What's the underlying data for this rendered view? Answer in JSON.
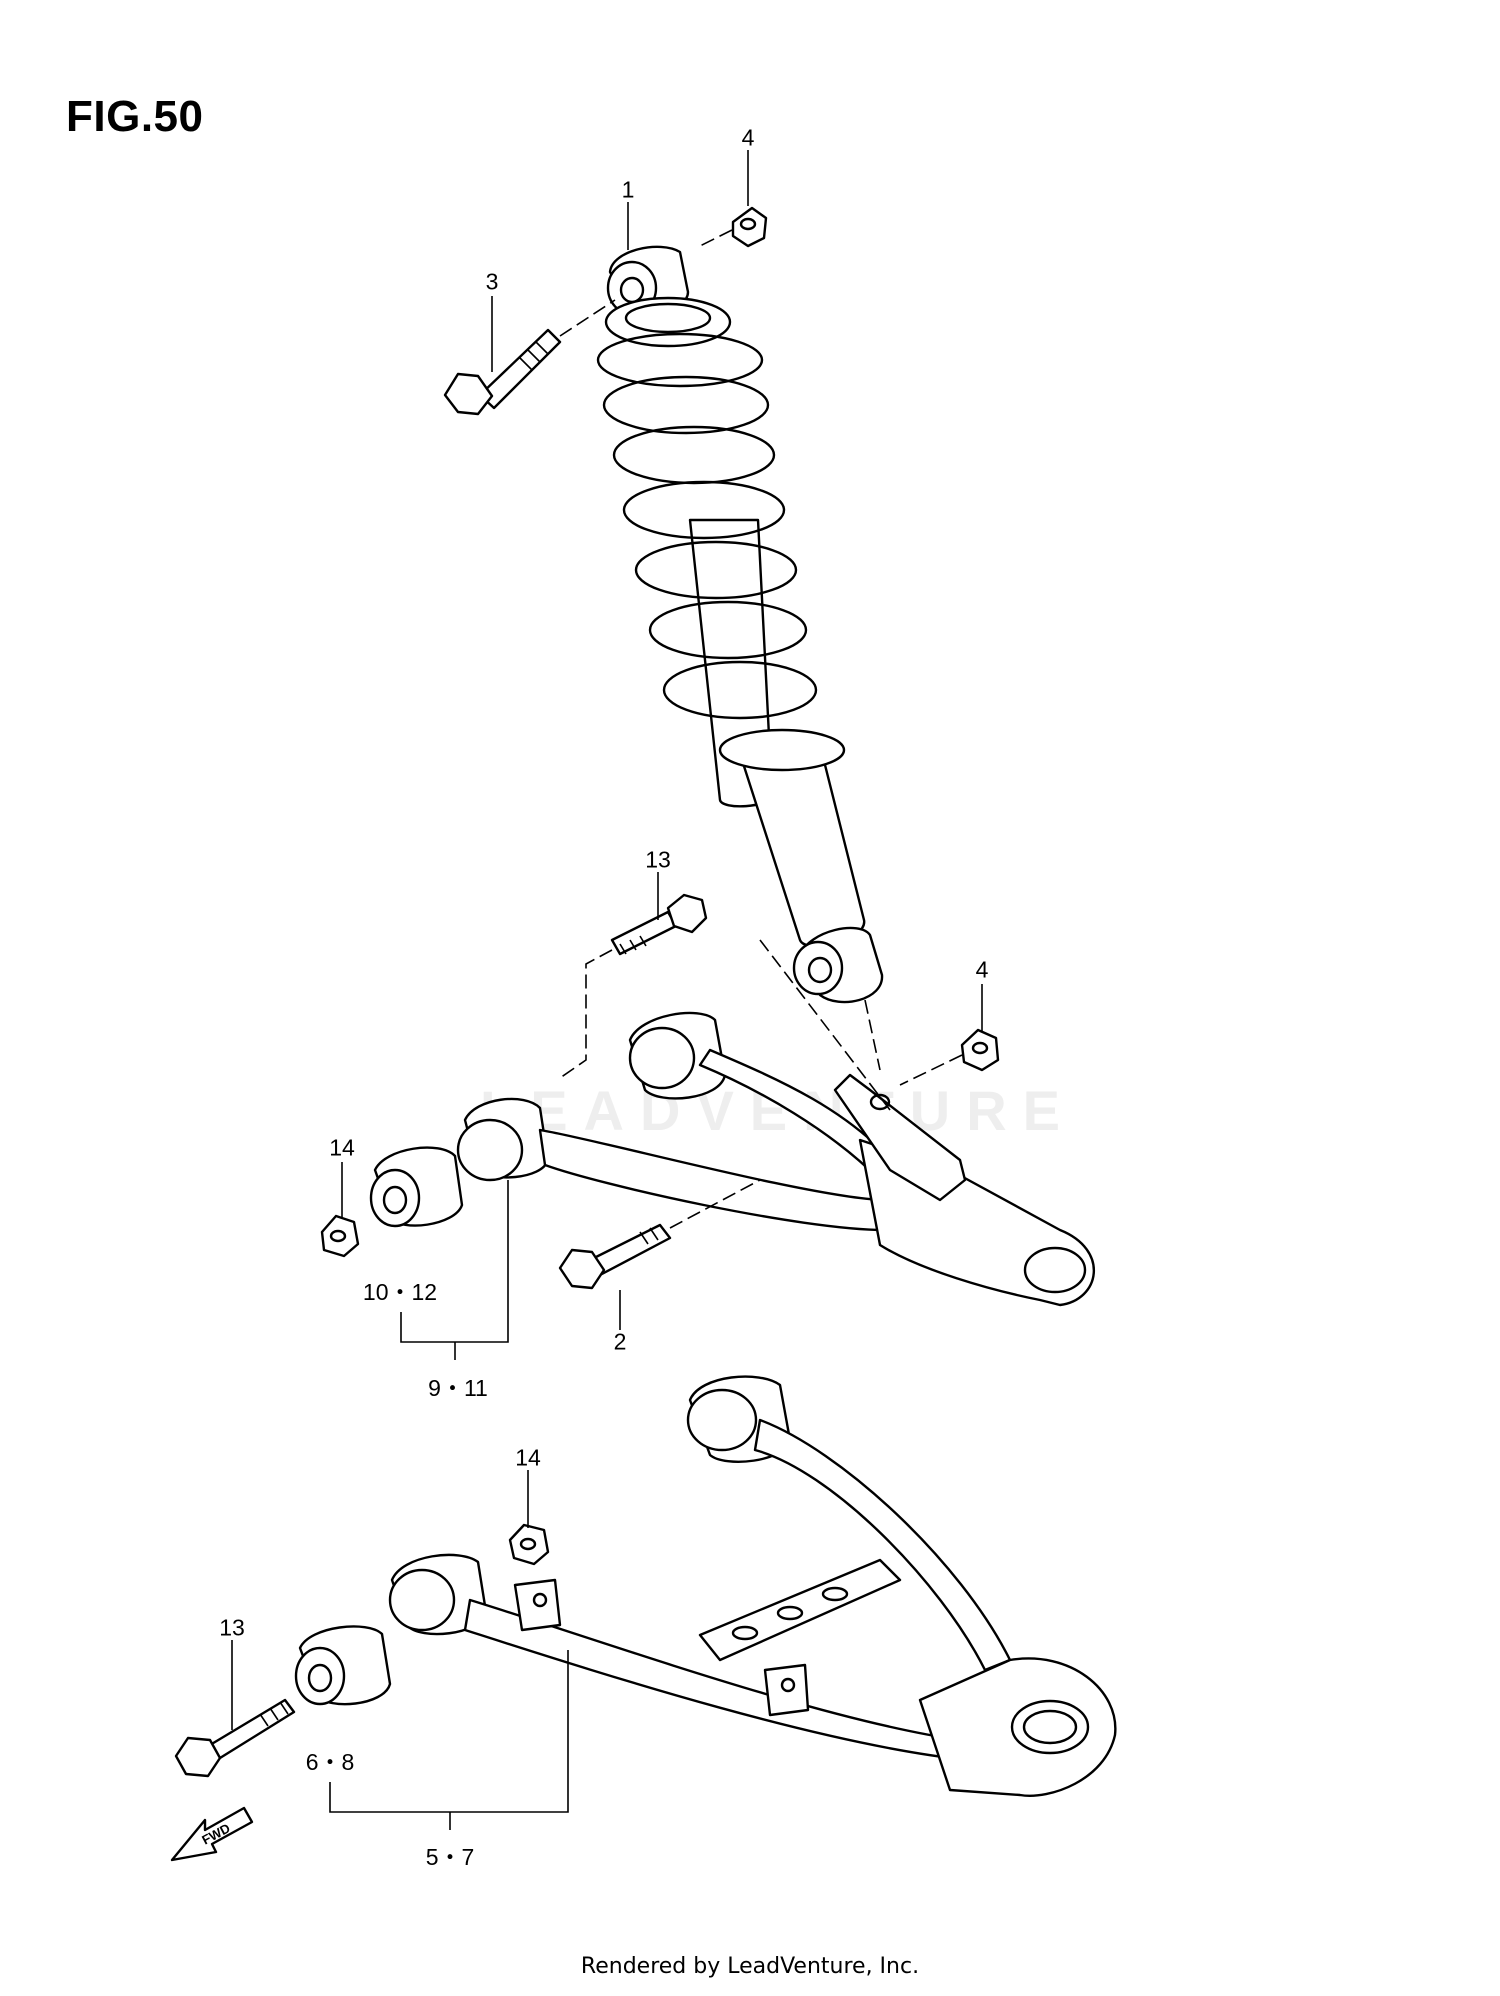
{
  "figure": {
    "title": "FIG.50"
  },
  "callouts": {
    "c1": "1",
    "c2": "2",
    "c3": "3",
    "c4a": "4",
    "c4b": "4",
    "c5_7": "5・7",
    "c6_8": "6・8",
    "c9_11": "9・11",
    "c10_12": "10・12",
    "c13a": "13",
    "c13b": "13",
    "c14a": "14",
    "c14b": "14"
  },
  "fwd_label": "FWD",
  "watermark": "LEADVENTURE",
  "footer": "Rendered by LeadVenture, Inc."
}
